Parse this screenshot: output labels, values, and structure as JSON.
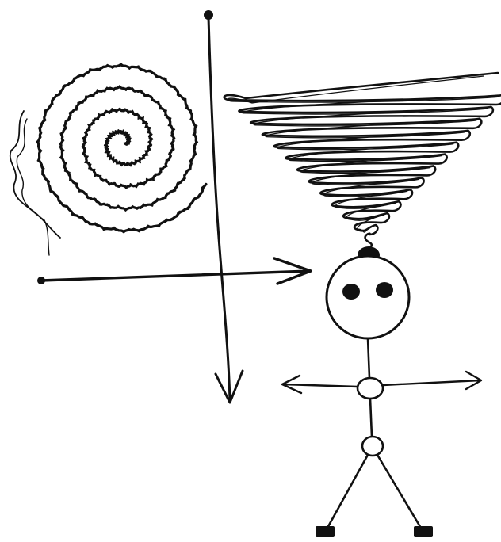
{
  "colors": {
    "background": "#ffffff",
    "ink": "#111111"
  },
  "illustration": {
    "style": "hand-drawn black ink on white",
    "elements": [
      "spiral",
      "vertical-arrow",
      "horizontal-arrow",
      "zigzag-funnel",
      "stick-figure"
    ]
  }
}
